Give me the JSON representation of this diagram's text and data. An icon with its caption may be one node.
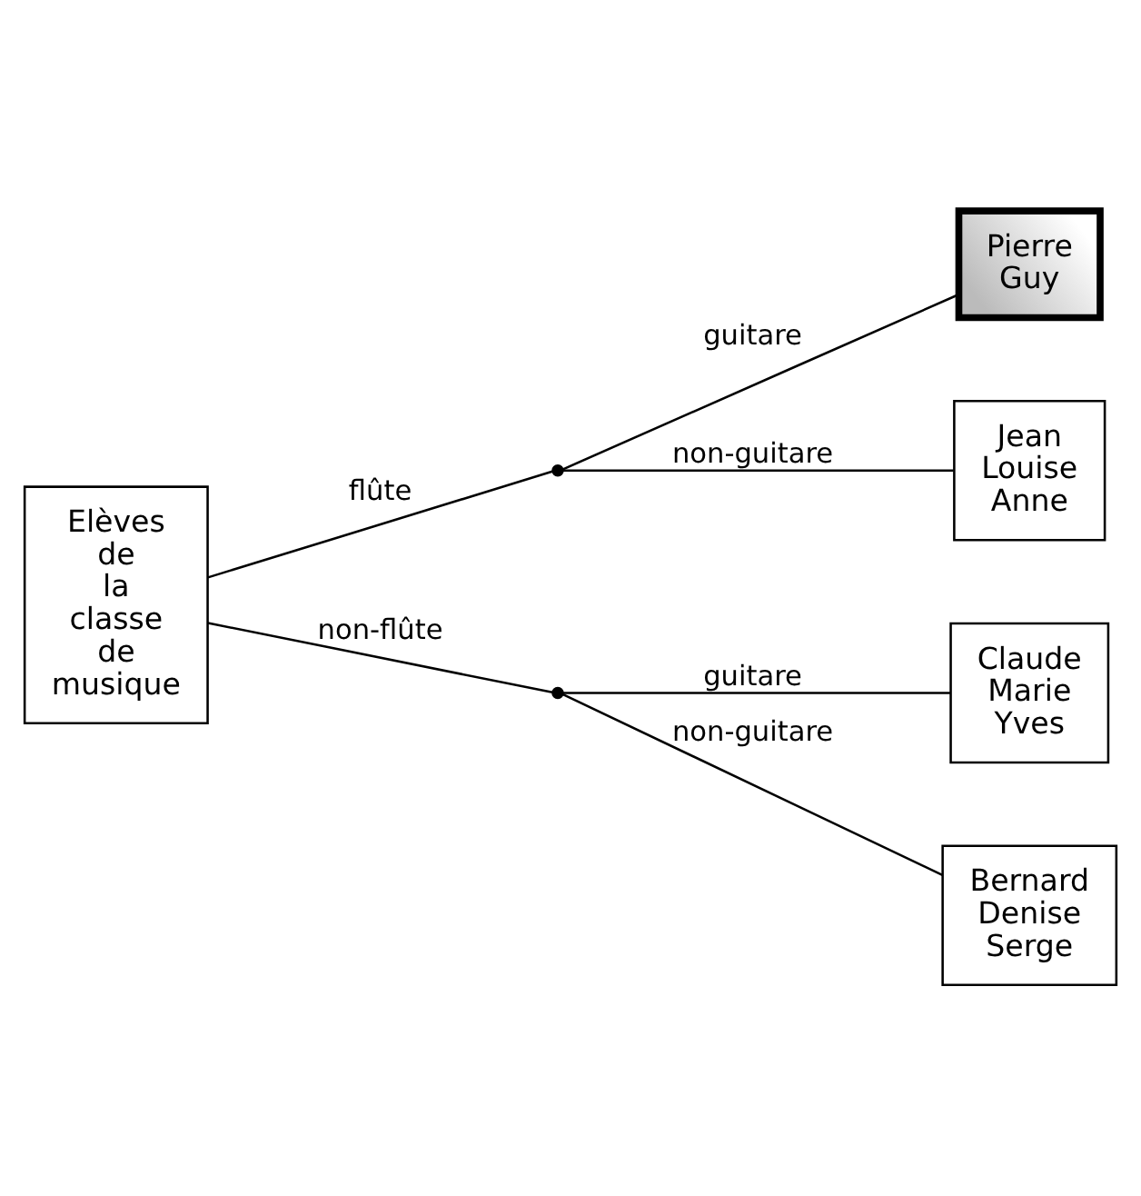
{
  "diagram": {
    "nodes": [
      {
        "text": [
          "Elèves de la classe de musique"
        ]
      },
      {
        "text": [],
        "shape": "point"
      },
      {
        "text": [],
        "shape": "point"
      },
      {
        "text": [
          "Pierre Guy"
        ]
      },
      {
        "text": [
          "Jean Louise Anne"
        ]
      },
      {
        "text": [
          "Claude Marie Yves"
        ]
      },
      {
        "text": [
          "Bernard Denise Serge"
        ]
      }
    ],
    "edges": [
      {
        "from": 0,
        "to": 1,
        "arrow": "none",
        "label": "flûte"
      },
      {
        "from": 0,
        "to": 2,
        "arrow": "none",
        "label": "non-flûte"
      },
      {
        "from": 1,
        "to": 3,
        "arrow": "none",
        "label": "guitare"
      },
      {
        "from": 1,
        "to": 4,
        "arrow": "none",
        "label": "non-guitare"
      },
      {
        "from": 2,
        "to": 5,
        "arrow": "none",
        "label": "guitare"
      },
      {
        "from": 2,
        "to": 6,
        "arrow": "none",
        "label": "non-guitare"
      }
    ]
  }
}
